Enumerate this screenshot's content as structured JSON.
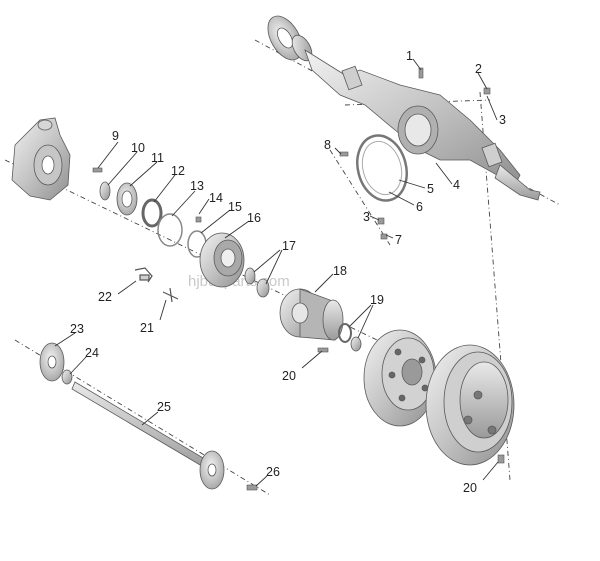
{
  "watermark": "hjbusparts.com",
  "colors": {
    "metal_light": "#e4e4e4",
    "metal_mid": "#b8b8b8",
    "metal_dark": "#8a8a8a",
    "line": "#333333"
  },
  "callouts": {
    "n1": "1",
    "n2": "2",
    "n3a": "3",
    "n3b": "3",
    "n4": "4",
    "n5": "5",
    "n6": "6",
    "n7": "7",
    "n8": "8",
    "n9": "9",
    "n10": "10",
    "n11": "11",
    "n12": "12",
    "n13": "13",
    "n14": "14",
    "n15": "15",
    "n16": "16",
    "n17": "17",
    "n18": "18",
    "n19": "19",
    "n20a": "20",
    "n20b": "20",
    "n21": "21",
    "n22": "22",
    "n23": "23",
    "n24": "24",
    "n25": "25",
    "n26": "26"
  }
}
